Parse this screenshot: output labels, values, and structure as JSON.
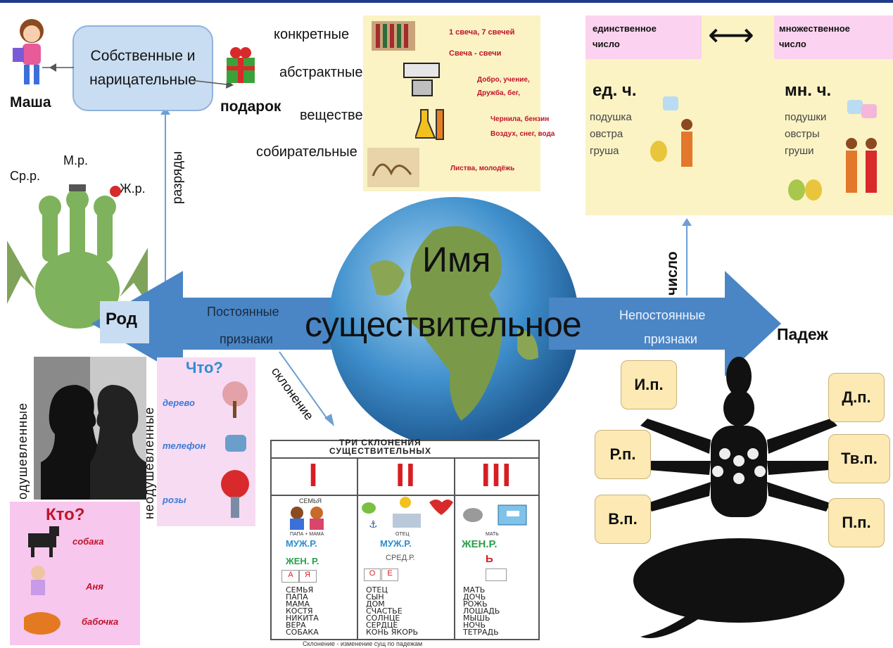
{
  "center": {
    "line1": "Имя",
    "line2": "существительное"
  },
  "left_arrow": {
    "label_line1": "Постоянные",
    "label_line2": "признаки",
    "end_label": "Род"
  },
  "right_arrow": {
    "label_line1": "Непостоянные",
    "label_line2": "признаки",
    "end_label": "Падеж"
  },
  "axis_labels": {
    "razryady": "разряды",
    "chislo": "число",
    "sklonenie": "склонение"
  },
  "proper_common": {
    "box_line1": "Собственные и",
    "box_line2": "нарицательные",
    "left_example": "Маша",
    "right_example": "подарок"
  },
  "abstract_types": {
    "items": [
      {
        "label": "конкретные",
        "ex1": "1 свеча, 7 свечей",
        "ex2": "Свеча - свечи"
      },
      {
        "label": "абстрактные",
        "ex1": "Добро, учение,",
        "ex2": "Дружба, бег,"
      },
      {
        "label": "вещественные",
        "ex1": "Чернила, бензин",
        "ex2": "Воздух, снег, вода"
      },
      {
        "label": "собирательные",
        "ex1": "Листва, молодёжь",
        "ex2": ""
      }
    ]
  },
  "gender": {
    "neuter": "Ср.р.",
    "masc": "М.р.",
    "fem": "Ж.р."
  },
  "number": {
    "singular_head": "единственное число",
    "plural_head": "множественное число",
    "arrow": "⟷",
    "singular_abbr": "ед. ч.",
    "plural_abbr": "мн. ч.",
    "singular_words": [
      "подушка",
      "овстра",
      "груша"
    ],
    "plural_words": [
      "подушки",
      "овстры",
      "груши"
    ]
  },
  "animacy": {
    "animate_label": "одушевленные",
    "inanimate_label": "неодушевленные",
    "what_q": "Что?",
    "what_items": [
      "дерево",
      "телефон",
      "розы"
    ],
    "who_q": "Кто?",
    "who_items": [
      "собака",
      "Аня",
      "бабочка"
    ]
  },
  "cases": [
    "И.п.",
    "Р.п.",
    "В.п.",
    "Д.п.",
    "Тв.п.",
    "П.п."
  ],
  "declension_table": {
    "title1": "ТРИ СКЛОНЕНИЯ",
    "title2": "СУЩЕСТВИТЕЛЬНЫХ",
    "columns": [
      {
        "numeral": "I",
        "img_caption": "СЕМЬЯ",
        "sub_caption": "ПАПА + МАМА",
        "gender1": "МУЖ.Р.",
        "gender2": "ЖЕН. Р.",
        "endings": [
          "А",
          "Я"
        ],
        "words": [
          "СЕМЬЯ",
          "ПАПА",
          "МАМА",
          "КОСТЯ",
          "НИКИТА",
          "ВЕРА",
          "СОБАКА"
        ]
      },
      {
        "numeral": "II",
        "img_caption": "",
        "sub_caption": "ОТЕЦ",
        "gender1": "МУЖ.Р.",
        "gender2": "СРЕД.Р.",
        "endings": [
          "О",
          "Е"
        ],
        "words": [
          "ОТЕЦ",
          "СЫН",
          "ДОМ",
          "СЧАСТЬЕ",
          "СОЛНЦЕ",
          "СЕРДЦЕ",
          "КОНЬ ЯКОРЬ"
        ]
      },
      {
        "numeral": "III",
        "img_caption": "",
        "sub_caption": "МАТЬ",
        "gender1": "ЖЕН.Р.",
        "gender2": "Ь",
        "endings": [],
        "words": [
          "МАТЬ",
          "ДОЧЬ",
          "РОЖЬ",
          "ЛОШАДЬ",
          "МЫШЬ",
          "НОЧЬ",
          "ТЕТРАДЬ"
        ]
      }
    ],
    "footer": "Склонение - изменение сущ по падежам"
  },
  "colors": {
    "arrow": "#4a86c5",
    "axis": "#6d9fd4",
    "case_box": "#fde9b4",
    "pink": "#fbd3f0",
    "yellow": "#fbf3c4",
    "red": "#c0142b"
  }
}
